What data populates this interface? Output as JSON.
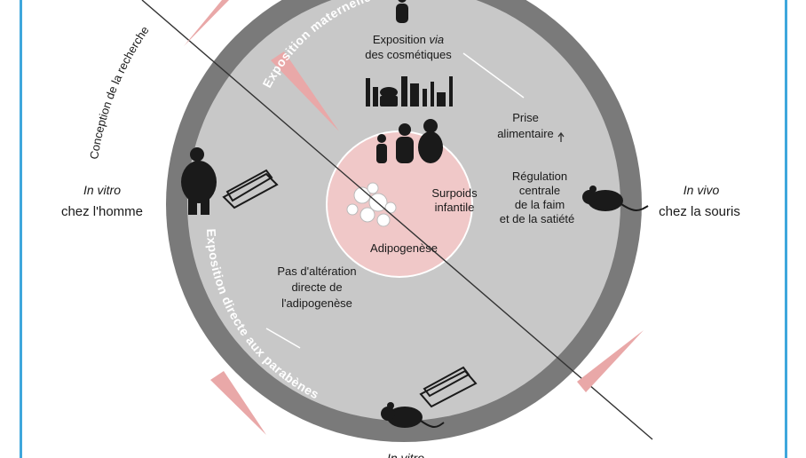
{
  "labels": {
    "research_design": "Conception de la recherche",
    "maternal_exposure": "Exposition maternelle aux parabènes",
    "direct_exposure": "Exposition directe aux parabènes",
    "in_vitro": "In vitro",
    "in_vitro_sub": "chez l'homme",
    "in_vivo": "In vivo",
    "in_vivo_sub": "chez la souris",
    "cosmetics_1": "Exposition ",
    "cosmetics_via": "via",
    "cosmetics_2": "des cosmétiques",
    "food_intake_1": "Prise",
    "food_intake_2": "alimentaire",
    "central_reg_1": "Régulation",
    "central_reg_2": "centrale",
    "central_reg_3": "de la faim",
    "central_reg_4": "et de la satiété",
    "overweight_1": "Surpoids",
    "overweight_2": "infantile",
    "adipogenesis": "Adipogenèse",
    "no_alteration_1": "Pas d'altération",
    "no_alteration_2": "directe de",
    "no_alteration_3": "l'adipogenèse",
    "bottom_partial": "In vitro"
  },
  "colors": {
    "outer_ring": "#7a7a7a",
    "inner_disc": "#c8c8c8",
    "core": "#f0c8c8",
    "wedge": "#e9a8a8",
    "divider": "#333333",
    "frame": "#3fa7dc",
    "icon": "#1a1a1a"
  }
}
